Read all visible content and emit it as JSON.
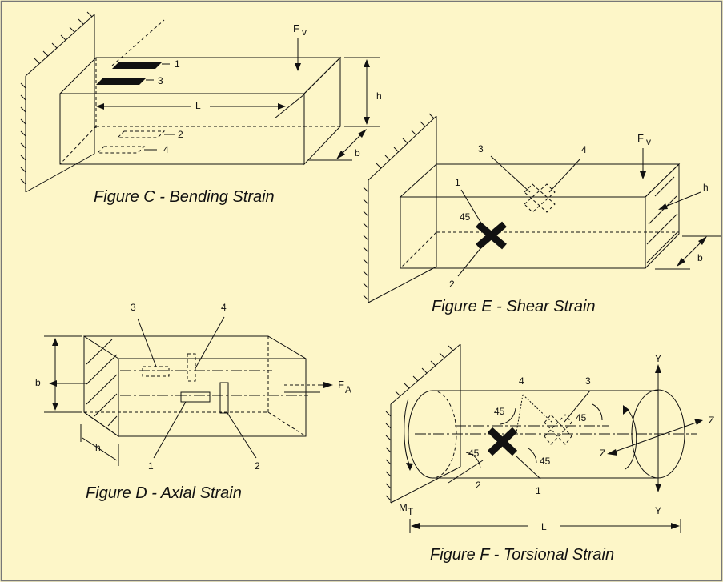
{
  "figures": {
    "c": {
      "caption": "Figure C - Bending Strain",
      "force": "F",
      "force_sub": "v",
      "length": "L",
      "height": "h",
      "width": "b",
      "gauges": [
        "1",
        "2",
        "3",
        "4"
      ]
    },
    "e": {
      "caption": "Figure E - Shear Strain",
      "force": "F",
      "force_sub": "v",
      "height": "h",
      "width": "b",
      "angle": "45",
      "gauges": [
        "1",
        "2",
        "3",
        "4"
      ]
    },
    "d": {
      "caption": "Figure D - Axial Strain",
      "force": "F",
      "force_sub": "A",
      "height": "h",
      "width": "b",
      "gauges": [
        "1",
        "2",
        "3",
        "4"
      ]
    },
    "f": {
      "caption": "Figure F - Torsional Strain",
      "moment": "M",
      "moment_sub": "T",
      "length": "L",
      "angle": "45",
      "axis_y": "Y",
      "axis_z": "Z",
      "gauges": [
        "1",
        "2",
        "3",
        "4"
      ]
    }
  },
  "colors": {
    "background": "#fdf6c8",
    "lines": "#111111",
    "border": "#777777"
  }
}
